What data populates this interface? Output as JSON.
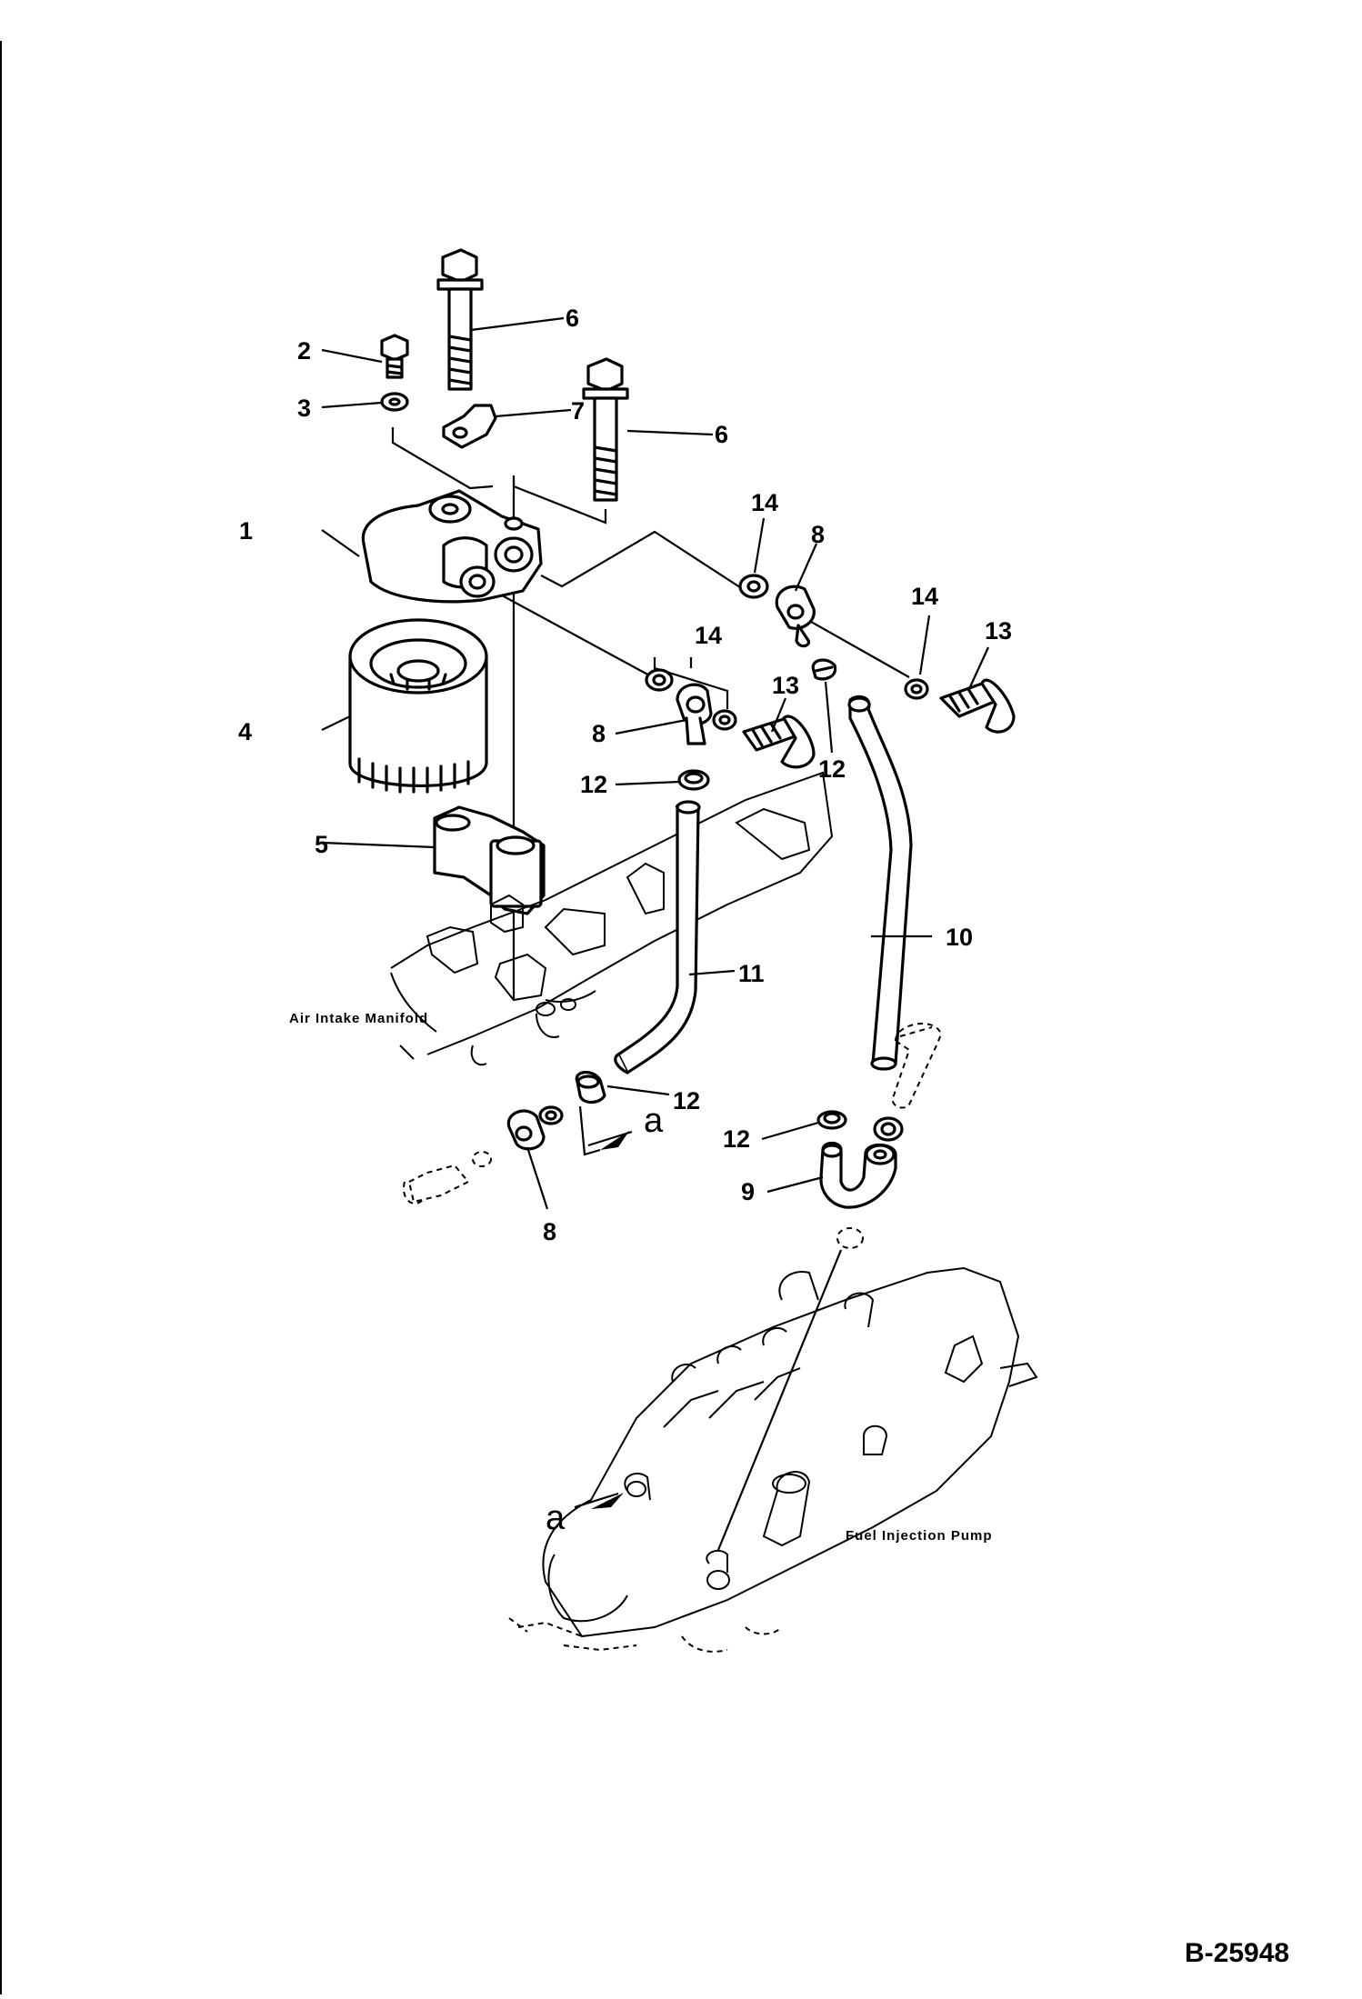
{
  "title": "",
  "callouts": {
    "c1": "1",
    "c2": "2",
    "c3": "3",
    "c4": "4",
    "c5": "5",
    "c6a": "6",
    "c6b": "6",
    "c7": "7",
    "c8a": "8",
    "c8b": "8",
    "c8c": "8",
    "c9": "9",
    "c10": "10",
    "c11": "11",
    "c12a": "12",
    "c12b": "12",
    "c12c": "12",
    "c12d": "12",
    "c13a": "13",
    "c13b": "13",
    "c14a": "14",
    "c14b": "14",
    "c14c": "14",
    "a1": "a",
    "a2": "a"
  },
  "captions": {
    "air_intake": "Air Intake Manifold",
    "fuel_pump": "Fuel Injection Pump"
  },
  "figure_ref": "B-25948"
}
